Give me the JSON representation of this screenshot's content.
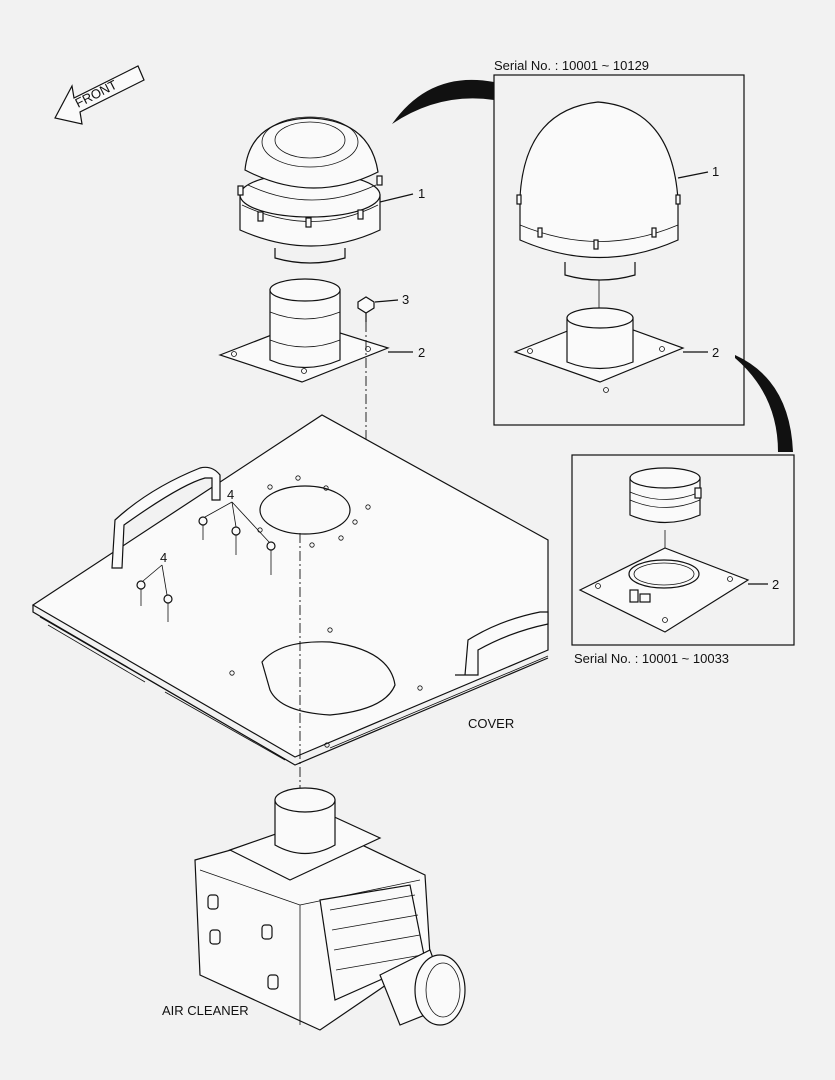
{
  "labels": {
    "front": "FRONT",
    "cover": "COVER",
    "air_cleaner": "AIR CLEANER",
    "serial_top": "Serial No. : 10001 ~ 10129",
    "serial_bottom": "Serial No. : 10001 ~ 10033"
  },
  "callouts": {
    "main_cap": "1",
    "main_plate": "2",
    "bolt": "3",
    "nut_group_a": "4",
    "nut_group_b": "4",
    "inset_top_cap": "1",
    "inset_top_plate": "2",
    "inset_bottom_plate": "2"
  },
  "colors": {
    "background": "#f2f2f2",
    "line": "#111111"
  }
}
